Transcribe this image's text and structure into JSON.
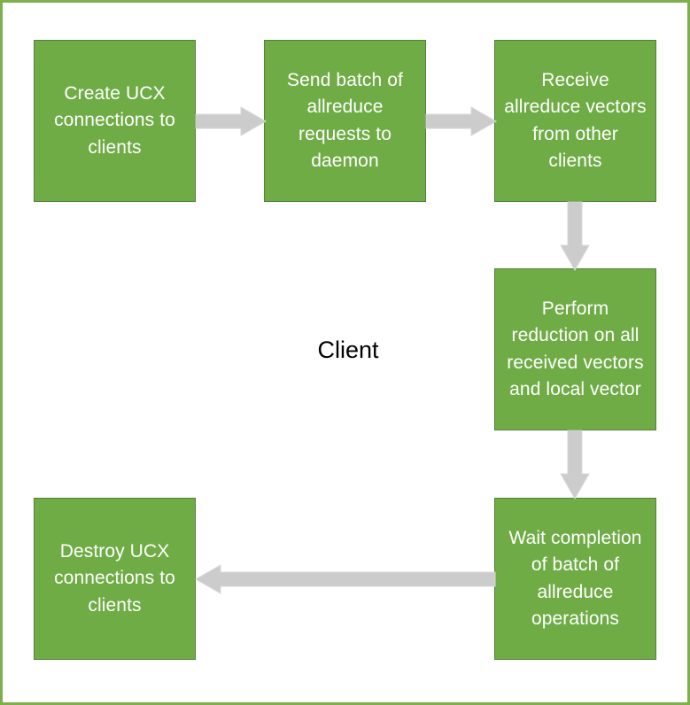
{
  "diagram": {
    "title_label": "Client",
    "border_color": "#7cb04c",
    "node_fill": "#6fac46",
    "node_border": "#53803a",
    "node_text_color": "#ffffff",
    "arrow_color": "#cccccc",
    "background": "#ffffff",
    "nodes": [
      {
        "id": "create",
        "label": "Create UCX connections to clients"
      },
      {
        "id": "send",
        "label": "Send batch of allreduce requests to daemon"
      },
      {
        "id": "receive",
        "label": "Receive allreduce vectors from other clients"
      },
      {
        "id": "reduce",
        "label": "Perform reduction on all received vectors and local vector"
      },
      {
        "id": "wait",
        "label": "Wait completion of batch of allreduce operations"
      },
      {
        "id": "destroy",
        "label": "Destroy UCX connections to clients"
      }
    ],
    "edges": [
      {
        "from": "create",
        "to": "send",
        "direction": "right"
      },
      {
        "from": "send",
        "to": "receive",
        "direction": "right"
      },
      {
        "from": "receive",
        "to": "reduce",
        "direction": "down"
      },
      {
        "from": "reduce",
        "to": "wait",
        "direction": "down"
      },
      {
        "from": "wait",
        "to": "destroy",
        "direction": "left"
      }
    ]
  }
}
